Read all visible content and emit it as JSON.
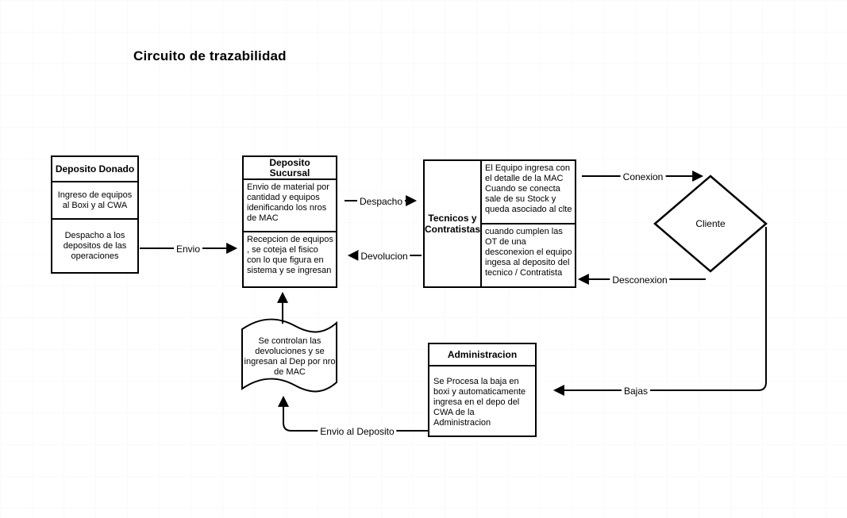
{
  "title": "Circuito  de trazabilidad",
  "nodes": {
    "deposito_donado": {
      "header": "Deposito Donado",
      "section1": "Ingreso de equipos al Boxi y al CWA",
      "section2": "Despacho a los depositos de las operaciones"
    },
    "deposito_sucursal": {
      "header": "Deposito Sucursal",
      "section1": "Envio de material por cantidad  y equipos idenificando los nros de MAC",
      "section2": "Recepcion de equipos , se coteja el fisico con lo que figura en sistema y se ingresan"
    },
    "tecnicos": {
      "header": "Tecnicos y Contratistas",
      "cell_top": "El Equipo ingresa con el detalle de la MAC Cuando se conecta sale de su Stock y queda asociado al clte",
      "cell_bottom": "cuando cumplen las OT de una desconexion el equipo ingesa  al deposito del tecnico / Contratista"
    },
    "cliente": {
      "label": "Cliente"
    },
    "documento": {
      "text": "Se controlan las devoluciones y se ingresan  al Dep por nro de MAC"
    },
    "administracion": {
      "header": "Administracion",
      "body": "Se Procesa la baja en boxi y automaticamente ingresa en  el depo del CWA de la Administracion"
    }
  },
  "edges": {
    "envio": "Envio",
    "despacho": "Despacho",
    "devolucion": "Devolucion",
    "conexion": "Conexion",
    "desconexion": "Desconexion",
    "bajas": "Bajas",
    "envio_al_deposito": "Envio al Deposito"
  },
  "colors": {
    "line": "#000000",
    "background": "#ffffff"
  }
}
